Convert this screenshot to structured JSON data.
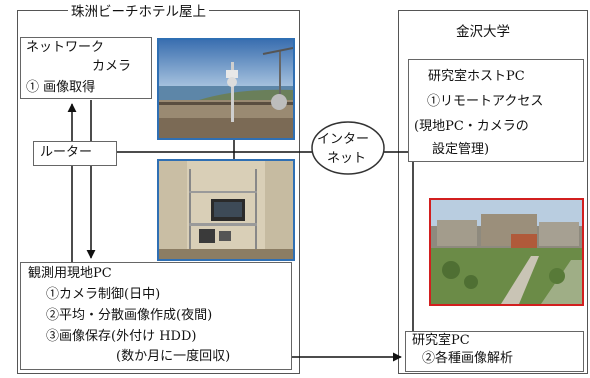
{
  "site_left": {
    "title": "珠洲ビーチホテル屋上"
  },
  "site_right": {
    "title": "金沢大学"
  },
  "camera_box": {
    "line1": "ネットワーク",
    "line2": "カメラ",
    "line3": "① 画像取得"
  },
  "router_box": {
    "label": "ルーター"
  },
  "internet": {
    "line1": "インター",
    "line2": "ネット"
  },
  "host_pc_box": {
    "line1": "研究室ホストPC",
    "line2": "①リモートアクセス",
    "line3": "(現地PC・カメラの",
    "line4": "設定管理)"
  },
  "observe_pc_box": {
    "line1": "観測用現地PC",
    "line2": "①カメラ制御(日中)",
    "line3": "②平均・分散画像作成(夜間)",
    "line4": "③画像保存(外付け HDD)",
    "line5": "(数か月に一度回収)"
  },
  "lab_pc_box": {
    "line1": "研究室PC",
    "line2": "②各種画像解析"
  },
  "colors": {
    "photo_border_blue": "#2f6fb3",
    "photo_border_red": "#d21f1f",
    "frame": "#555555"
  }
}
